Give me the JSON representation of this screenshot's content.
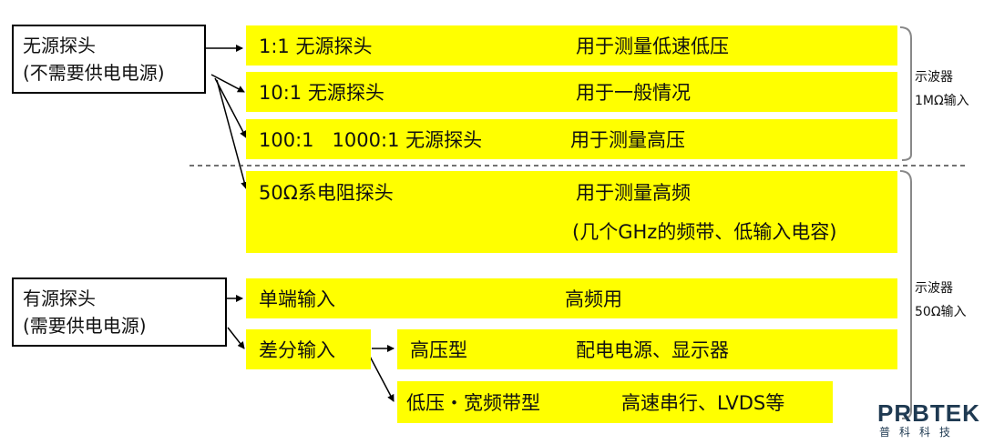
{
  "passive_group": {
    "line1": "无源探头",
    "line2": "(不需要供电电源)"
  },
  "active_group": {
    "line1": "有源探头",
    "line2": "(需要供电电源)"
  },
  "passive_items": [
    {
      "name": "1:1 无源探头",
      "use": "用于测量低速低压"
    },
    {
      "name": "10:1 无源探头",
      "use": "用于一般情况"
    },
    {
      "name": "100:1   1000:1 无源探头",
      "use": "用于测量高压"
    }
  ],
  "resistor_probe": {
    "name": "50Ω系电阻探头",
    "use": "用于测量高频",
    "note": "(几个GHz的频带、低输入电容)"
  },
  "active_items": {
    "single_ended": {
      "name": "单端输入",
      "use": "高频用"
    },
    "differential": {
      "name": "差分输入"
    },
    "high_voltage": {
      "name": "高压型",
      "use": "配电电源、显示器"
    },
    "low_voltage": {
      "name": "低压・宽频带型",
      "use": "高速串行、LVDS等"
    }
  },
  "scope_labels": {
    "upper": {
      "line1": "示波器",
      "line2": "1MΩ输入"
    },
    "lower": {
      "line1": "示波器",
      "line2": "50Ω输入"
    }
  },
  "logo": {
    "text": "PRBTEK",
    "sub": "普科科技"
  },
  "colors": {
    "bar": "#ffff00",
    "line": "#000000",
    "brace": "#888888",
    "logo": "#1f3a52"
  }
}
